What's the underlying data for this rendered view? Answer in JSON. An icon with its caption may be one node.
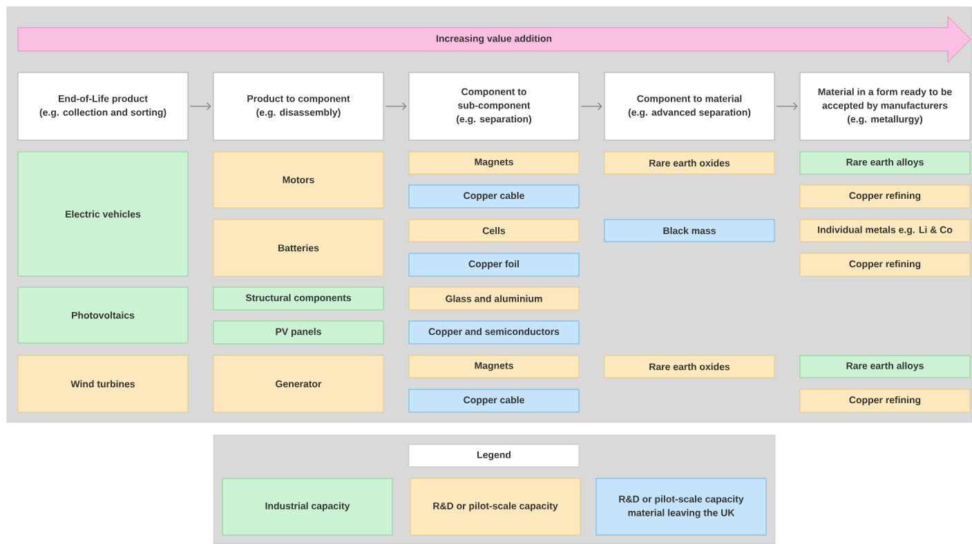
{
  "diagram": {
    "nodes": [
      {
        "text": [
          "Increasing value addition"
        ]
      },
      {
        "text": [
          "End-of-Life product",
          "(e.g. collection and sorting)"
        ]
      },
      {
        "text": [
          "Product to component",
          "(e.g. disassembly)"
        ]
      },
      {
        "text": [
          "Component to sub-component",
          "(e.g. separation)"
        ]
      },
      {
        "text": [
          "Component to material",
          "(e.g. advanced separation)"
        ]
      },
      {
        "text": [
          "Material in a form ready to be accepted by manufacturers",
          "(e.g. metallurgy)"
        ]
      },
      {
        "text": [
          "Electric vehicles"
        ]
      },
      {
        "text": [
          "Photovoltaics"
        ]
      },
      {
        "text": [
          "Wind turbines"
        ]
      },
      {
        "text": [
          "Motors"
        ]
      },
      {
        "text": [
          "Batteries"
        ]
      },
      {
        "text": [
          "Structural components"
        ]
      },
      {
        "text": [
          "PV panels"
        ]
      },
      {
        "text": [
          "Generator"
        ]
      },
      {
        "text": [
          "Magnets"
        ]
      },
      {
        "text": [
          "Copper cable"
        ]
      },
      {
        "text": [
          "Cells"
        ]
      },
      {
        "text": [
          "Copper foil"
        ]
      },
      {
        "text": [
          "Glass and aluminium"
        ]
      },
      {
        "text": [
          "Copper and semiconductors"
        ]
      },
      {
        "text": [
          "Magnets"
        ]
      },
      {
        "text": [
          "Copper cable"
        ]
      },
      {
        "text": [
          "Rare earth oxides"
        ]
      },
      {
        "text": [
          "Black mass"
        ]
      },
      {
        "text": [
          "Rare earth oxides"
        ]
      },
      {
        "text": [
          "Rare earth alloys"
        ]
      },
      {
        "text": [
          "Copper refining"
        ]
      },
      {
        "text": [
          "Individual metals e.g. Li & Co"
        ]
      },
      {
        "text": [
          "Copper refining"
        ]
      },
      {
        "text": [
          "Rare earth alloys"
        ]
      },
      {
        "text": [
          "Copper refining"
        ]
      }
    ],
    "edges": [
      {
        "from": 1,
        "to": 2,
        "arrow": "to"
      },
      {
        "from": 2,
        "to": 3,
        "arrow": "to"
      },
      {
        "from": 3,
        "to": 4,
        "arrow": "to"
      },
      {
        "from": 4,
        "to": 5,
        "arrow": "to"
      }
    ],
    "labels": [
      "Legend"
    ],
    "legend": [
      {
        "text": "Industrial capacity",
        "color": "#ccf2d4"
      },
      {
        "text": "R&D or pilot-scale capacity",
        "color": "#fde8bd"
      },
      {
        "text": "R&D or pilot-scale capacity material leaving the UK",
        "color": "#c5e4fb"
      }
    ]
  }
}
